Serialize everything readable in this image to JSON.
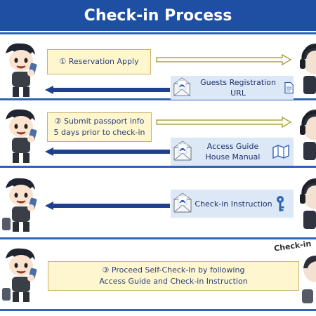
{
  "title": "Check-in Process",
  "steps": [
    {
      "guest_label": "① Reservation Apply",
      "host_label": "Guests Registration URL"
    },
    {
      "guest_label": "② Submit passport info\n5 days prior to check-in",
      "host_label": "Access Guide\nHouse Manual"
    },
    {
      "host_label": "Check-in Instruction"
    },
    {
      "guest_label": "③ Proceed Self-Check-In by following\nAccess Guide and Check-in Instruction",
      "corner_label": "Check-in"
    }
  ],
  "colors": {
    "title_bg": "#1e4fa3",
    "divider": "#2f63b6",
    "box_fill": "#fdf6cf",
    "panel_fill": "#dce8f6",
    "arrow_outline": "#9a8f2a",
    "arrow_solid": "#1f3f8f"
  },
  "icons": [
    "guest-character",
    "host-character",
    "envelope-icon",
    "document-icon",
    "map-icon",
    "key-icon",
    "outline-arrow-right",
    "solid-arrow-left"
  ]
}
